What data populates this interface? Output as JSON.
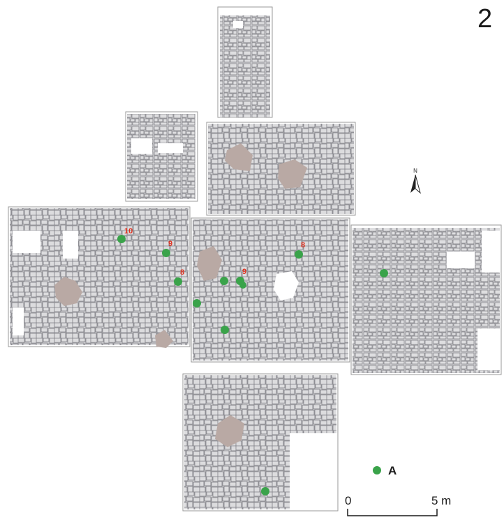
{
  "figure_number": "2",
  "north_label": "N",
  "legend": {
    "label": "A",
    "marker_color": "#3aa34a"
  },
  "scale_bar": {
    "start_label": "0",
    "end_label": "5 m"
  },
  "colors": {
    "stone_fill": "#d6d6d8",
    "stone_stroke": "#7d7d83",
    "hearth_fill": "#b9a9a4",
    "label_color": "#e0301e",
    "sector_border": "#9a9a9a"
  },
  "point_labels": [
    "10",
    "9",
    "8",
    "9",
    "8"
  ]
}
